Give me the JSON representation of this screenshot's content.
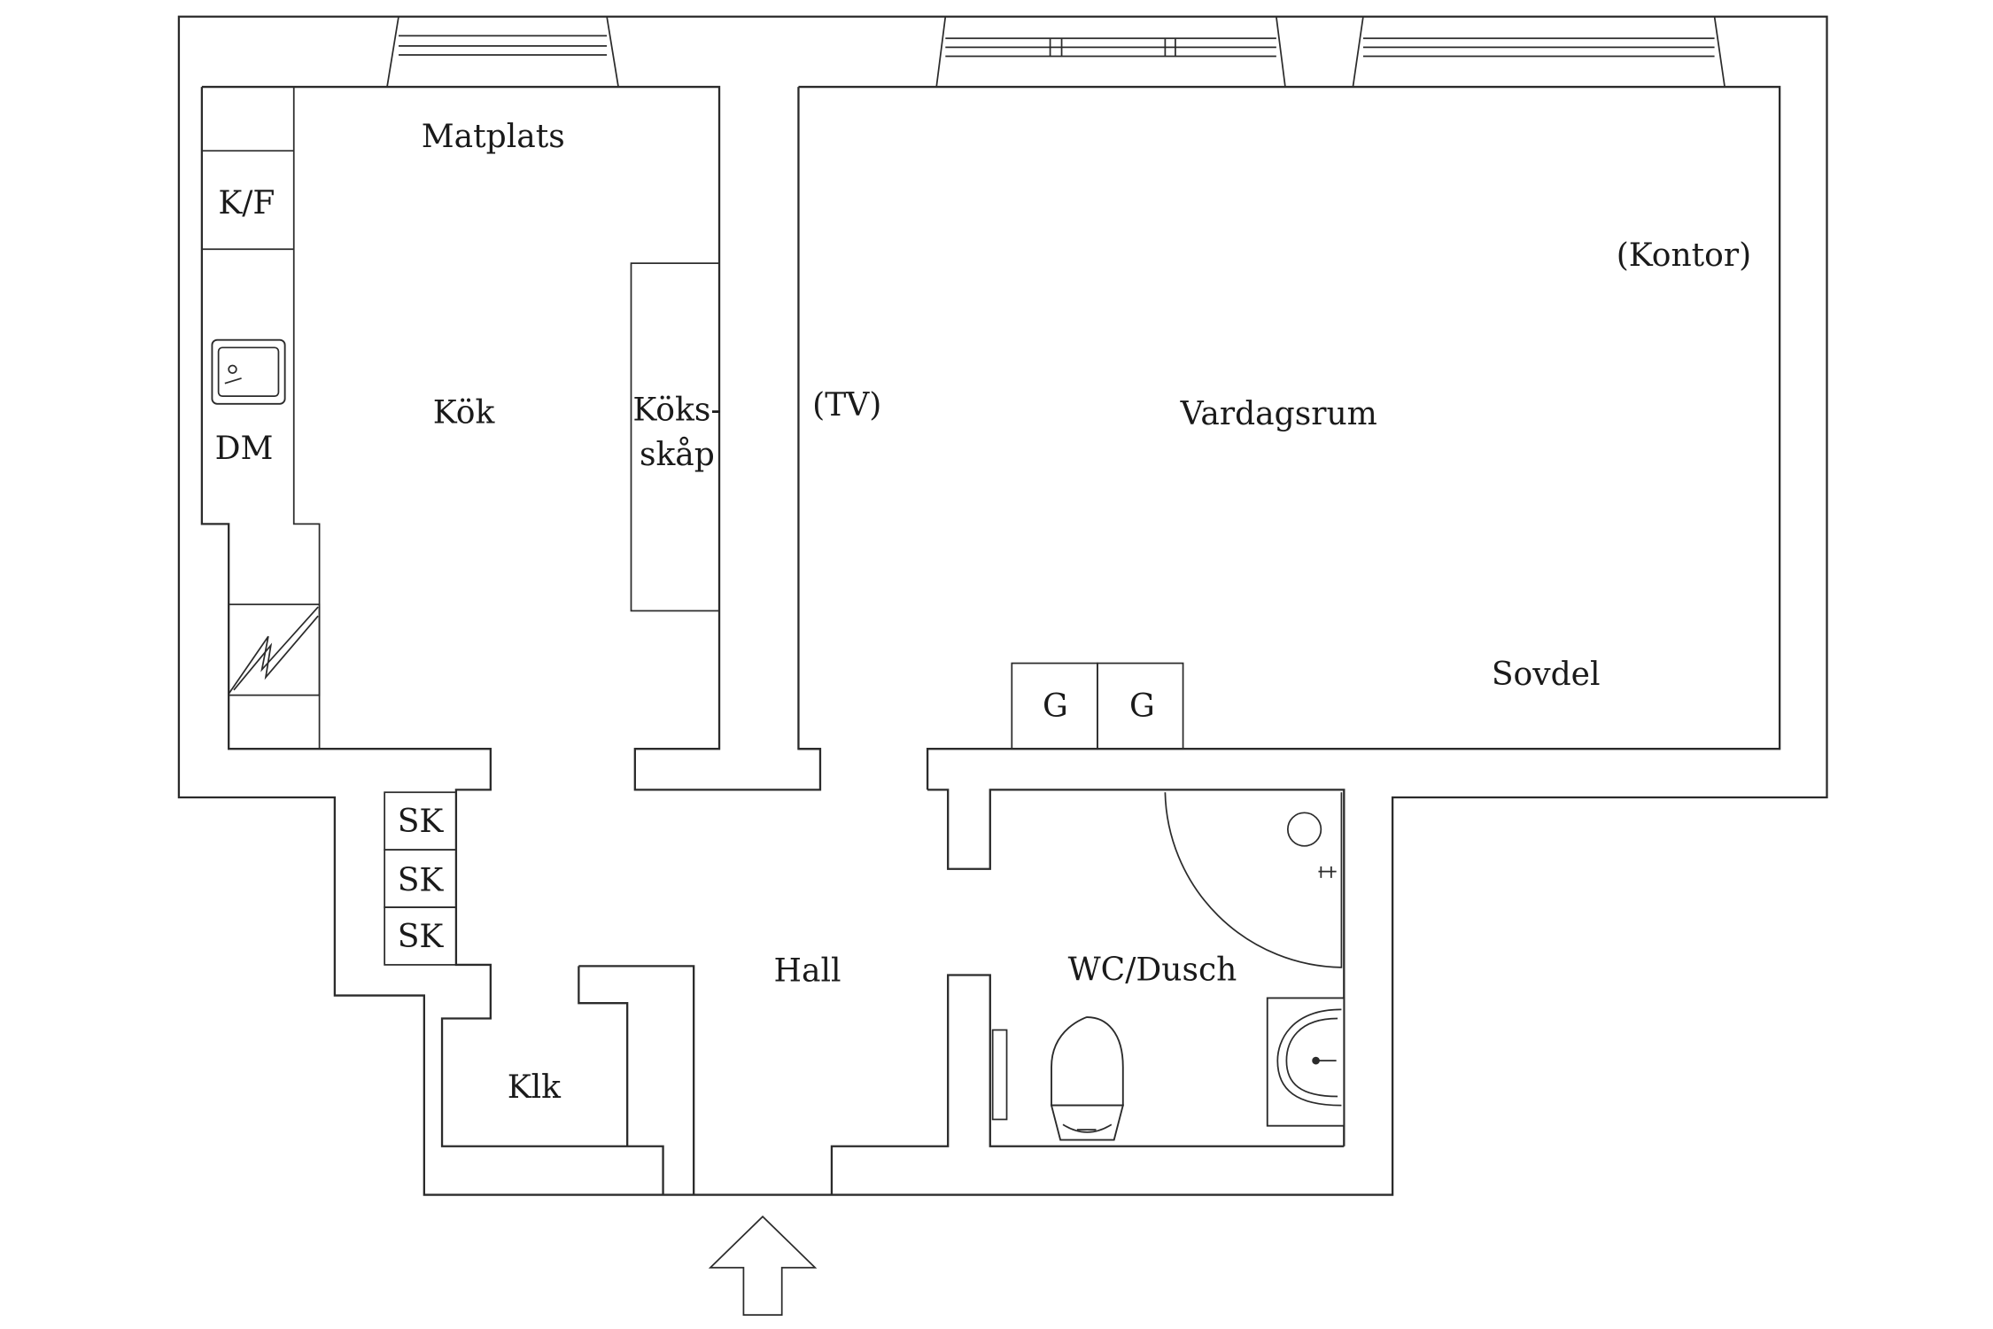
{
  "labels": {
    "matplats": "Matplats",
    "kf": "K/F",
    "dm": "DM",
    "kok": "Kök",
    "koksskap_line1": "Köks-",
    "koksskap_line2": "skåp",
    "tv": "(TV)",
    "vardagsrum": "Vardagsrum",
    "kontor": "(Kontor)",
    "sovdel": "Sovdel",
    "g1": "G",
    "g2": "G",
    "sk1": "SK",
    "sk2": "SK",
    "sk3": "SK",
    "hall": "Hall",
    "klk": "Klk",
    "wc": "WC/Dusch"
  },
  "icons": [
    "sink-icon",
    "stove-icon",
    "shower-icon",
    "toilet-icon",
    "washbasin-icon",
    "entrance-arrow-icon"
  ]
}
